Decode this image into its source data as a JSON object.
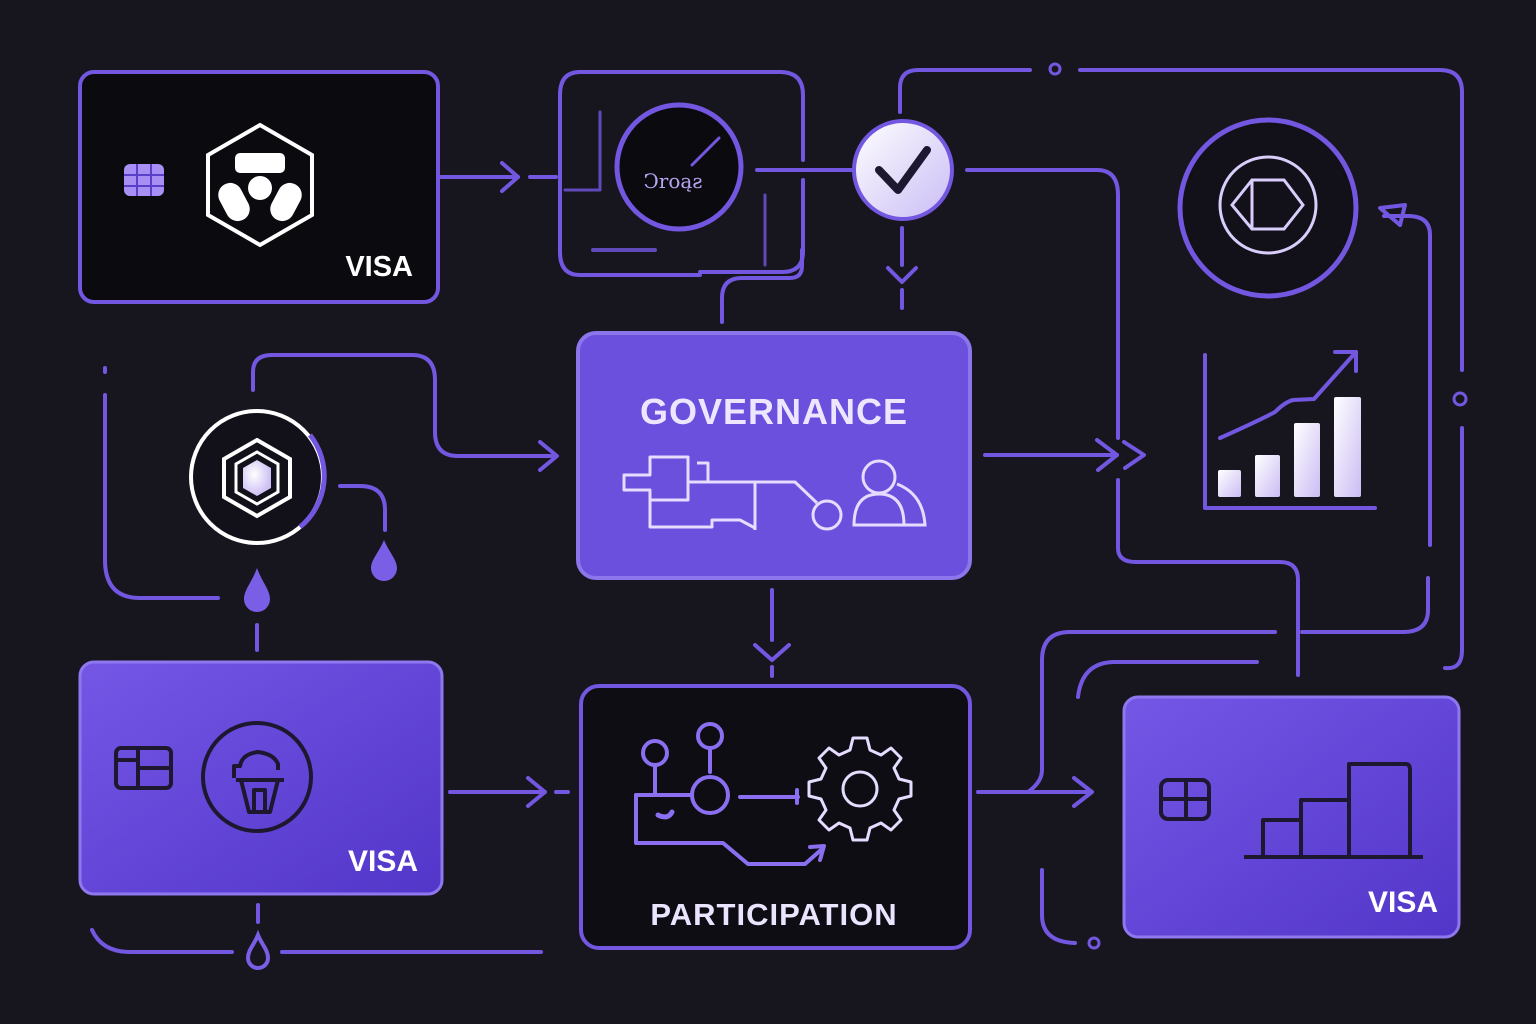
{
  "diagram": {
    "colors": {
      "background": "#17161f",
      "accent": "#7357e0",
      "accent_light": "#d9cdfb",
      "card_fill": "#6a4fdc",
      "card_dark": "#0d0c12",
      "icon_dark": "#1d1830"
    },
    "nodes": {
      "card_black": {
        "brand": "VISA",
        "logo_icon": "hexagon-token-logo-icon",
        "chip_icon": "card-chip-icon"
      },
      "signature": {
        "text": "Ͻrοąƨ",
        "icon": "signature-pen-icon"
      },
      "verify": {
        "icon": "checkmark-icon"
      },
      "token_ring": {
        "icon": "hexagon-coin-icon"
      },
      "analytics": {
        "icon": "bar-chart-growth-icon"
      },
      "hex_coin_left": {
        "icon": "hexagon-stack-icon"
      },
      "governance": {
        "title": "GOVERNANCE",
        "icon_left": "flow-connector-icon",
        "icon_right": "user-icon"
      },
      "card_purple_left": {
        "brand": "VISA",
        "icon": "cupcake-icon",
        "chip_icon": "card-chip-icon"
      },
      "participation": {
        "title": "PARTICIPATION",
        "icon_left": "node-network-icon",
        "icon_right": "gear-icon"
      },
      "card_purple_right": {
        "brand": "VISA",
        "icon": "bar-chart-steps-icon",
        "chip_icon": "card-chip-icon"
      }
    },
    "drops": {
      "icon": "droplet-icon"
    }
  }
}
